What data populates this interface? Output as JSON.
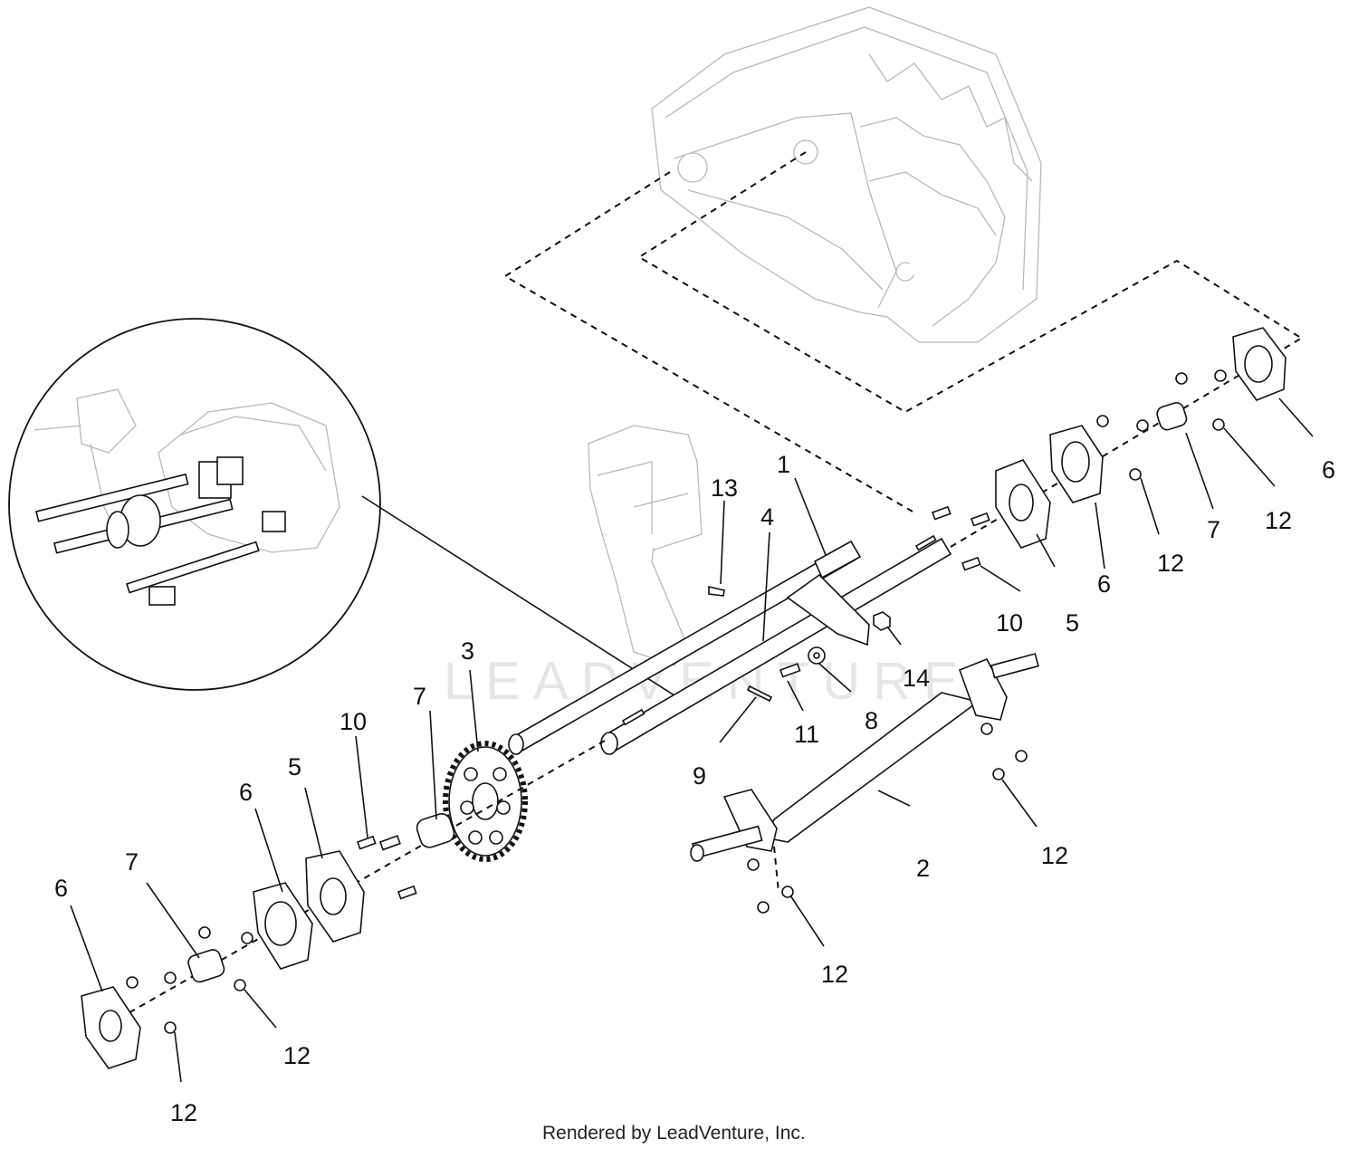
{
  "footer": "Rendered by LeadVenture, Inc.",
  "watermark": "LEADVENTURE",
  "callouts": {
    "c1": "1",
    "c2": "2",
    "c3": "3",
    "c4": "4",
    "c5a": "5",
    "c5b": "5",
    "c6a": "6",
    "c6b": "6",
    "c6c": "6",
    "c6d": "6",
    "c7a": "7",
    "c7b": "7",
    "c7c": "7",
    "c8": "8",
    "c9": "9",
    "c10a": "10",
    "c10b": "10",
    "c11": "11",
    "c12a": "12",
    "c12b": "12",
    "c12c": "12",
    "c12d": "12",
    "c12e": "12",
    "c12f": "12",
    "c13": "13",
    "c14": "14"
  },
  "colors": {
    "line": "#111111",
    "ghost": "#b8b8b8",
    "background": "#ffffff"
  }
}
